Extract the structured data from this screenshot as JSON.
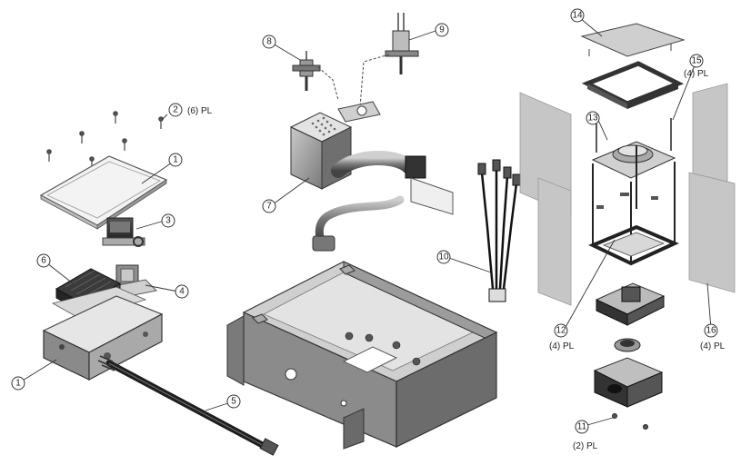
{
  "callouts": [
    {
      "id": "1a",
      "num": "1"
    },
    {
      "id": "1b",
      "num": "1"
    },
    {
      "id": "2",
      "num": "2",
      "qty": "(6) PL"
    },
    {
      "id": "3",
      "num": "3"
    },
    {
      "id": "4",
      "num": "4"
    },
    {
      "id": "5",
      "num": "5"
    },
    {
      "id": "6",
      "num": "6"
    },
    {
      "id": "7",
      "num": "7"
    },
    {
      "id": "8",
      "num": "8"
    },
    {
      "id": "9",
      "num": "9"
    },
    {
      "id": "10",
      "num": "10"
    },
    {
      "id": "11",
      "num": "11",
      "qty": "(2) PL"
    },
    {
      "id": "12",
      "num": "12",
      "qty": "(4) PL"
    },
    {
      "id": "13",
      "num": "13"
    },
    {
      "id": "14",
      "num": "14"
    },
    {
      "id": "15",
      "num": "15",
      "qty": "(4) PL"
    },
    {
      "id": "16",
      "num": "16",
      "qty": "(4) PL"
    }
  ]
}
